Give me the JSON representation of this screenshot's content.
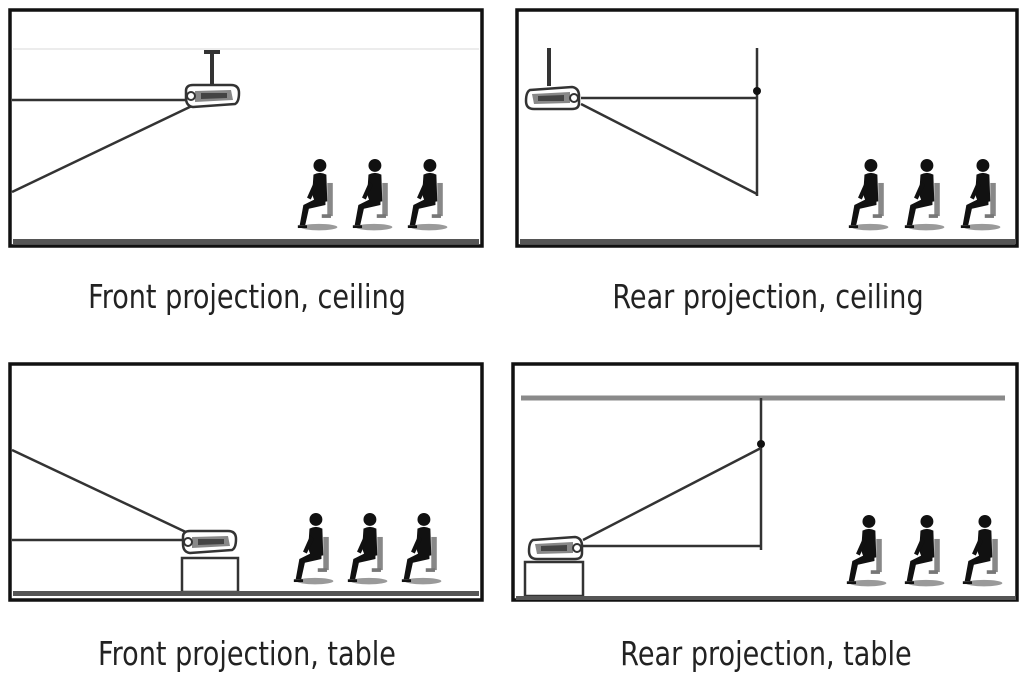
{
  "panels": [
    {
      "caption": "Front projection, ceiling"
    },
    {
      "caption": "Rear projection, ceiling"
    },
    {
      "caption": "Front projection, table"
    },
    {
      "caption": "Rear projection, table"
    }
  ],
  "colors": {
    "frame": "#111111",
    "line": "#333333",
    "floor": "#555555",
    "screen_gray": "#8a8a8a",
    "text": "#222222"
  }
}
